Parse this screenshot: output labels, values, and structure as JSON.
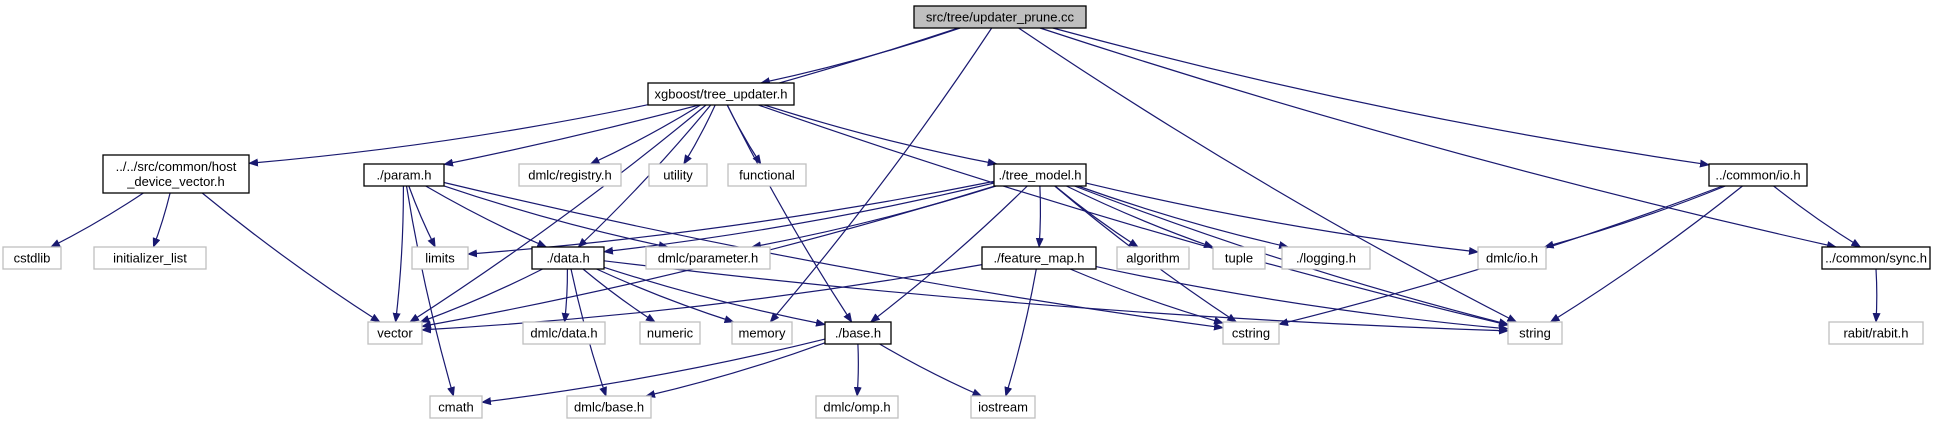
{
  "diagram": {
    "colors": {
      "edge": "#191970",
      "root_fill": "#bfbfbf",
      "weak_border": "#bfbfbf",
      "strong_border": "#000000"
    },
    "nodes": [
      {
        "id": "root",
        "label": "src/tree/updater_prune.cc",
        "kind": "root"
      },
      {
        "id": "tu",
        "label": "xgboost/tree_updater.h",
        "kind": "strong"
      },
      {
        "id": "hdv",
        "label": "../../src/common/host\n_device_vector.h",
        "kind": "strong"
      },
      {
        "id": "param",
        "label": "./param.h",
        "kind": "strong"
      },
      {
        "id": "reg",
        "label": "dmlc/registry.h",
        "kind": "weak"
      },
      {
        "id": "util",
        "label": "utility",
        "kind": "weak"
      },
      {
        "id": "func",
        "label": "functional",
        "kind": "weak"
      },
      {
        "id": "tm",
        "label": "./tree_model.h",
        "kind": "strong"
      },
      {
        "id": "cio",
        "label": "../common/io.h",
        "kind": "strong"
      },
      {
        "id": "cstdlib",
        "label": "cstdlib",
        "kind": "weak"
      },
      {
        "id": "il",
        "label": "initializer_list",
        "kind": "weak"
      },
      {
        "id": "limits",
        "label": "limits",
        "kind": "weak"
      },
      {
        "id": "data",
        "label": "./data.h",
        "kind": "strong"
      },
      {
        "id": "dparam",
        "label": "dmlc/parameter.h",
        "kind": "weak"
      },
      {
        "id": "fm",
        "label": "./feature_map.h",
        "kind": "strong"
      },
      {
        "id": "algo",
        "label": "algorithm",
        "kind": "weak"
      },
      {
        "id": "tuple",
        "label": "tuple",
        "kind": "weak"
      },
      {
        "id": "log",
        "label": "./logging.h",
        "kind": "weak"
      },
      {
        "id": "dio",
        "label": "dmlc/io.h",
        "kind": "weak"
      },
      {
        "id": "sync",
        "label": "../common/sync.h",
        "kind": "strong"
      },
      {
        "id": "vector",
        "label": "vector",
        "kind": "weak"
      },
      {
        "id": "ddata",
        "label": "dmlc/data.h",
        "kind": "weak"
      },
      {
        "id": "numeric",
        "label": "numeric",
        "kind": "weak"
      },
      {
        "id": "memory",
        "label": "memory",
        "kind": "weak"
      },
      {
        "id": "base",
        "label": "./base.h",
        "kind": "strong"
      },
      {
        "id": "cstring",
        "label": "cstring",
        "kind": "weak"
      },
      {
        "id": "string",
        "label": "string",
        "kind": "weak"
      },
      {
        "id": "rabit",
        "label": "rabit/rabit.h",
        "kind": "weak"
      },
      {
        "id": "cmath",
        "label": "cmath",
        "kind": "weak"
      },
      {
        "id": "dbase",
        "label": "dmlc/base.h",
        "kind": "weak"
      },
      {
        "id": "omp",
        "label": "dmlc/omp.h",
        "kind": "weak"
      },
      {
        "id": "iostream",
        "label": "iostream",
        "kind": "weak"
      }
    ],
    "edges": [
      [
        "root",
        "tu"
      ],
      [
        "root",
        "param"
      ],
      [
        "root",
        "memory"
      ],
      [
        "root",
        "string"
      ],
      [
        "root",
        "cio"
      ],
      [
        "root",
        "sync"
      ],
      [
        "tu",
        "hdv"
      ],
      [
        "tu",
        "vector"
      ],
      [
        "tu",
        "data"
      ],
      [
        "tu",
        "reg"
      ],
      [
        "tu",
        "util"
      ],
      [
        "tu",
        "func"
      ],
      [
        "tu",
        "base"
      ],
      [
        "tu",
        "tm"
      ],
      [
        "tu",
        "string"
      ],
      [
        "hdv",
        "cstdlib"
      ],
      [
        "hdv",
        "il"
      ],
      [
        "hdv",
        "vector"
      ],
      [
        "param",
        "limits"
      ],
      [
        "param",
        "vector"
      ],
      [
        "param",
        "data"
      ],
      [
        "param",
        "dparam"
      ],
      [
        "param",
        "cmath"
      ],
      [
        "param",
        "cstring"
      ],
      [
        "tm",
        "limits"
      ],
      [
        "tm",
        "vector"
      ],
      [
        "tm",
        "data"
      ],
      [
        "tm",
        "dparam"
      ],
      [
        "tm",
        "fm"
      ],
      [
        "tm",
        "algo"
      ],
      [
        "tm",
        "tuple"
      ],
      [
        "tm",
        "log"
      ],
      [
        "tm",
        "dio"
      ],
      [
        "tm",
        "base"
      ],
      [
        "tm",
        "cstring"
      ],
      [
        "tm",
        "string"
      ],
      [
        "data",
        "vector"
      ],
      [
        "data",
        "ddata"
      ],
      [
        "data",
        "numeric"
      ],
      [
        "data",
        "memory"
      ],
      [
        "data",
        "base"
      ],
      [
        "data",
        "dbase"
      ],
      [
        "data",
        "string"
      ],
      [
        "fm",
        "vector"
      ],
      [
        "fm",
        "cstring"
      ],
      [
        "fm",
        "string"
      ],
      [
        "fm",
        "iostream"
      ],
      [
        "cio",
        "dio"
      ],
      [
        "cio",
        "sync"
      ],
      [
        "cio",
        "cstring"
      ],
      [
        "cio",
        "string"
      ],
      [
        "sync",
        "rabit"
      ],
      [
        "base",
        "cmath"
      ],
      [
        "base",
        "dbase"
      ],
      [
        "base",
        "omp"
      ],
      [
        "base",
        "iostream"
      ]
    ]
  }
}
